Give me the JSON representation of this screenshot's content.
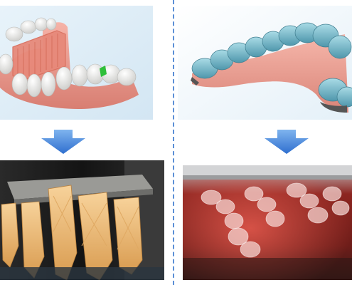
{
  "figure": {
    "panels": [
      {
        "name": "dental-model-render",
        "description_icon": "tooth-model-icon"
      },
      {
        "name": "aligner-model-render",
        "description_icon": "aligner-model-icon"
      },
      {
        "name": "printed-models-photo",
        "description_icon": "photo-icon"
      },
      {
        "name": "printed-aligners-photo",
        "description_icon": "photo-icon"
      }
    ],
    "arrows": [
      "arrow-down-icon",
      "arrow-down-icon"
    ],
    "colors": {
      "arrow": "#3f7fd8",
      "divider": "#5b8fd6",
      "gum": "#f0a49a",
      "tooth": "#f4f4f2",
      "aligner": "#6fb6c9",
      "resin_yellow": "#f1c27a",
      "red_light": "#b8302a"
    }
  }
}
